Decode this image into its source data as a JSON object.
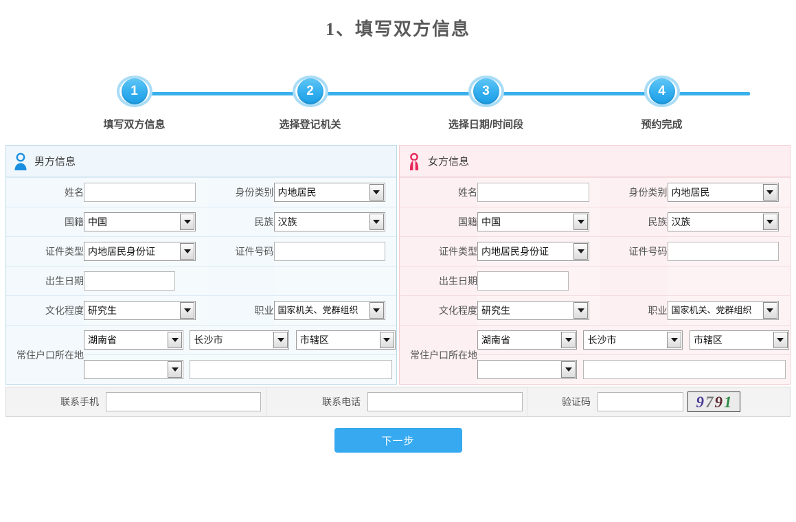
{
  "page": {
    "title": "1、填写双方信息"
  },
  "stepper": {
    "steps": [
      {
        "number": "1",
        "label": "填写双方信息"
      },
      {
        "number": "2",
        "label": "选择登记机关"
      },
      {
        "number": "3",
        "label": "选择日期/时间段"
      },
      {
        "number": "4",
        "label": "预约完成"
      }
    ],
    "line_color": "#39b0ec",
    "circle_color": "#33aeef",
    "ring_color": "#a9dcf6"
  },
  "male_panel": {
    "header": "男方信息",
    "icon": "male-person-icon",
    "accent": "#1a8ee0",
    "background": "#f5fafd",
    "fields": {
      "name_label": "姓名",
      "name_value": "",
      "identity_type_label": "身份类别",
      "identity_type_value": "内地居民",
      "nationality_label": "国籍",
      "nationality_value": "中国",
      "ethnicity_label": "民族",
      "ethnicity_value": "汉族",
      "cert_type_label": "证件类型",
      "cert_type_value": "内地居民身份证",
      "cert_no_label": "证件号码",
      "cert_no_value": "",
      "birth_label": "出生日期",
      "birth_value": "",
      "education_label": "文化程度",
      "education_value": "研究生",
      "occupation_label": "职业",
      "occupation_value": "国家机关、党群组织",
      "residence_label": "常住户口所在地",
      "residence_province": "湖南省",
      "residence_city": "长沙市",
      "residence_district": "市辖区",
      "residence_sub": "",
      "residence_detail": ""
    }
  },
  "female_panel": {
    "header": "女方信息",
    "icon": "female-person-icon",
    "accent": "#e6285a",
    "background": "#fdf3f5",
    "fields": {
      "name_label": "姓名",
      "name_value": "",
      "identity_type_label": "身份类别",
      "identity_type_value": "内地居民",
      "nationality_label": "国籍",
      "nationality_value": "中国",
      "ethnicity_label": "民族",
      "ethnicity_value": "汉族",
      "cert_type_label": "证件类型",
      "cert_type_value": "内地居民身份证",
      "cert_no_label": "证件号码",
      "cert_no_value": "",
      "birth_label": "出生日期",
      "birth_value": "",
      "education_label": "文化程度",
      "education_value": "研究生",
      "occupation_label": "职业",
      "occupation_value": "国家机关、党群组织",
      "residence_label": "常住户口所在地",
      "residence_province": "湖南省",
      "residence_city": "长沙市",
      "residence_district": "市辖区",
      "residence_sub": "",
      "residence_detail": ""
    }
  },
  "contact_bar": {
    "mobile_label": "联系手机",
    "mobile_value": "",
    "phone_label": "联系电话",
    "phone_value": "",
    "captcha_label": "验证码",
    "captcha_value": "",
    "captcha_image_text": "9791",
    "captcha_digits": [
      {
        "char": "9",
        "color": "#4b3a96"
      },
      {
        "char": "7",
        "color": "#787878"
      },
      {
        "char": "9",
        "color": "#5a2730"
      },
      {
        "char": "1",
        "color": "#2e8b45"
      }
    ]
  },
  "actions": {
    "next_label": "下一步",
    "next_color": "#36a9f0"
  }
}
